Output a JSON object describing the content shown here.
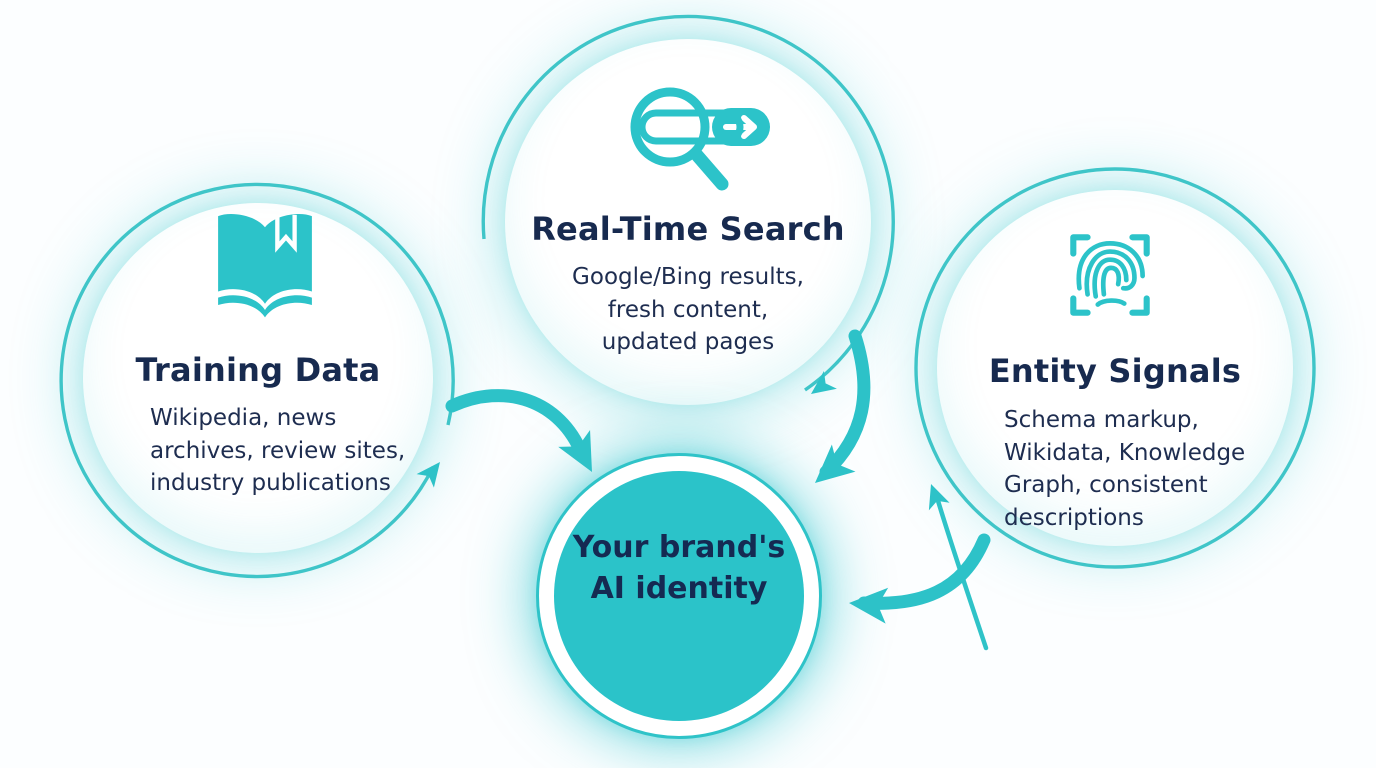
{
  "colors": {
    "teal": "#2cc3c9",
    "ring_stroke": "#3fc5c8",
    "center_fill": "#2bc3c9",
    "heading_navy": "#172a4f",
    "body_navy": "#1e2d50",
    "glow": "rgba(44,197,203,0.45)",
    "background": "#fcfeff"
  },
  "nodes": {
    "training_data": {
      "title": "Training Data",
      "icon": "open-book-icon",
      "bullet_char": "•",
      "lines": [
        "Wikipedia, news",
        "archives, review sites,",
        "industry publications"
      ]
    },
    "real_time_search": {
      "title": "Real-Time Search",
      "icon": "search-magnifier-icon",
      "lines": [
        "Google/Bing results,",
        "fresh content,",
        "updated pages"
      ]
    },
    "entity_signals": {
      "title": "Entity Signals",
      "icon": "fingerprint-scan-icon",
      "bullet_char": "•",
      "lines": [
        "Schema markup,",
        "Wikidata, Knowledge",
        "Graph, consistent",
        "descriptions"
      ]
    },
    "center": {
      "lines": [
        "Your brand's",
        "AI identity"
      ]
    }
  }
}
